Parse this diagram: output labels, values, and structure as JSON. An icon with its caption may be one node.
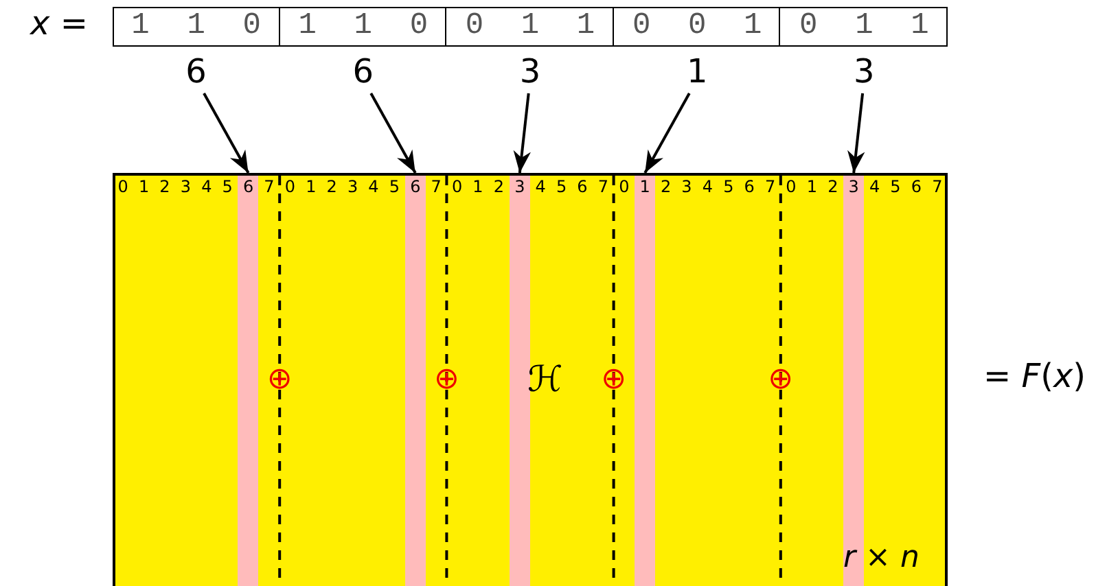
{
  "diagram": {
    "nodes": [
      {
        "text": [
          "6"
        ]
      },
      {
        "text": [
          "6"
        ]
      },
      {
        "text": [
          "3"
        ]
      },
      {
        "text": [
          "1"
        ]
      },
      {
        "text": [
          "3"
        ]
      },
      {
        "text": [
          "ℋ",
          "*r* × *n*"
        ]
      },
      {
        "text": [
          "6"
        ],
        "in": 5
      },
      {
        "text": [
          "6"
        ],
        "in": 5
      },
      {
        "text": [
          "3"
        ],
        "in": 5
      },
      {
        "text": [
          "1"
        ],
        "in": 5
      },
      {
        "text": [
          "3"
        ],
        "in": 5
      }
    ],
    "edges": [
      {
        "from": 0,
        "to": 6,
        "arrow": "to"
      },
      {
        "from": 1,
        "to": 7,
        "arrow": "to"
      },
      {
        "from": 2,
        "to": 8,
        "arrow": "to"
      },
      {
        "from": 3,
        "to": 9,
        "arrow": "to"
      },
      {
        "from": 4,
        "to": 10,
        "arrow": "to"
      }
    ],
    "labels": [
      "*x* =",
      "1",
      "1",
      "0",
      "1",
      "1",
      "0",
      "0",
      "1",
      "1",
      "0",
      "0",
      "1",
      "0",
      "1",
      "1",
      "0",
      "1",
      "2",
      "3",
      "4",
      "5",
      "7",
      "0",
      "1",
      "2",
      "3",
      "4",
      "5",
      "7",
      "0",
      "1",
      "2",
      "4",
      "5",
      "6",
      "7",
      "0",
      "2",
      "3",
      "4",
      "5",
      "6",
      "7",
      "0",
      "1",
      "2",
      "4",
      "5",
      "6",
      "7",
      "⊕",
      "⊕",
      "⊕",
      "⊕",
      "= *F*(*x*)"
    ]
  }
}
